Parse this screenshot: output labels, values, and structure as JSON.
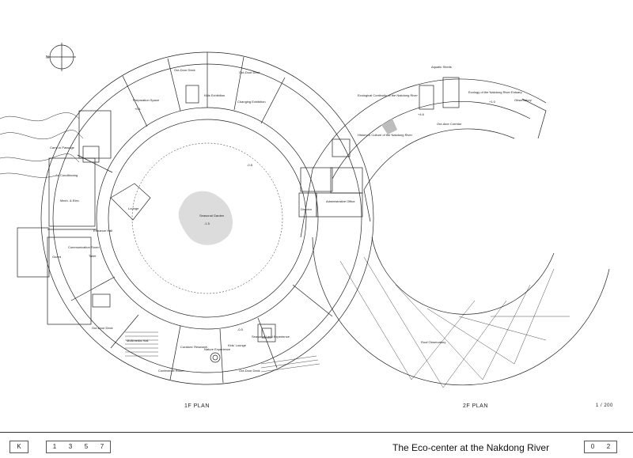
{
  "plan_labels": {
    "preparation_space": "Preparation Space",
    "outdoor_deck": "Out-Door Deck",
    "kids_exhibition": "Kids Exhibition",
    "changing_exhibition": "Changing Exhibition",
    "carry_in_passage": "Carry-in Passage",
    "air_conditioning": "Air Conditioning",
    "mech_elec": "Mech. & Elec.",
    "entrance_hall": "Entrance Hall",
    "lounge": "Lounge",
    "seasonal_garden": "Seasonal Garden",
    "communication_room": "Communication Room",
    "toilet": "Toilet",
    "guard": "Guard",
    "multimedia_hall": "Multimedia Hall",
    "curators_research": "Curators' Research",
    "nature_experience": "Nature Experience",
    "kids_lounge": "Kids' Lounge",
    "seasonal_land_experience": "Seasonal Land Experience",
    "conference_room": "Conference Room",
    "aquatic_sheds": "Aquatic Sheds",
    "ecological_continuity": "Ecological Continuity of the Nakdong River",
    "ecology_estuary": "Ecology of the Nakdong River Estuary",
    "observatory": "Observatory",
    "history_culture": "History & Culture of the Nakdong River",
    "outdoor_corridor": "Out-door Corridor",
    "administrative_office": "Administrative Office",
    "director": "Director",
    "roof_observatory": "Roof Observatory",
    "level_garden": "-1.5",
    "level_a": "+0.1",
    "level_b": "-0.8",
    "level_c": "+4.6",
    "level_d": "-0.5",
    "level_e": "+1.0"
  },
  "captions": {
    "plan_1f": "1F  PLAN",
    "plan_2f": "2F  PLAN",
    "scale": "1 / 200"
  },
  "title_block": {
    "code": "K",
    "sequence": [
      "1",
      "3",
      "5",
      "7"
    ],
    "title": "The Eco-center at the Nakdong River",
    "sheet": [
      "0",
      "2"
    ]
  },
  "compass": {
    "label": "N",
    "icon": "north-arrow-icon"
  }
}
